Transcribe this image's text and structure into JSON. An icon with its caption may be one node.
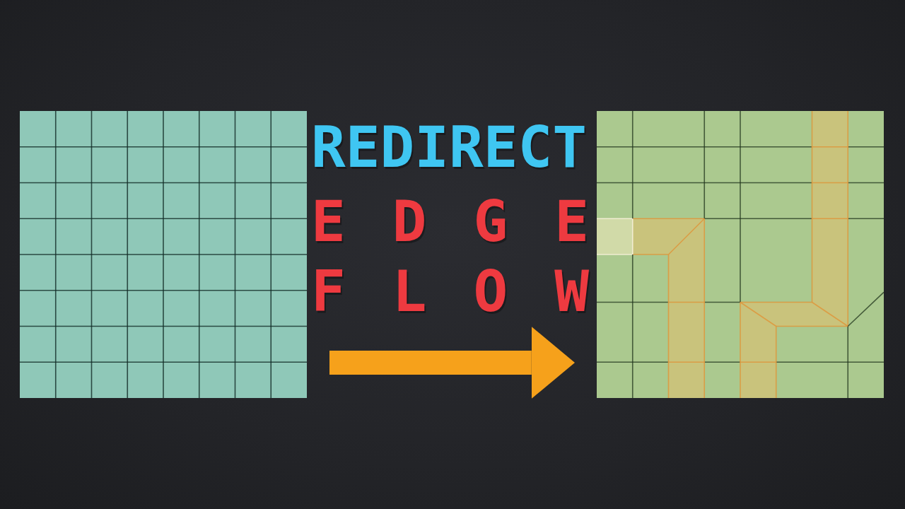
{
  "diagram": {
    "nodes": [
      {
        "text": [],
        "shape": "grid"
      },
      {
        "text": [],
        "shape": "grid"
      }
    ],
    "edges": [
      {
        "from": 0,
        "to": 1,
        "arrow": "to"
      }
    ],
    "labels": [
      "REDIRECT",
      "EDGE",
      "FLOW"
    ]
  }
}
